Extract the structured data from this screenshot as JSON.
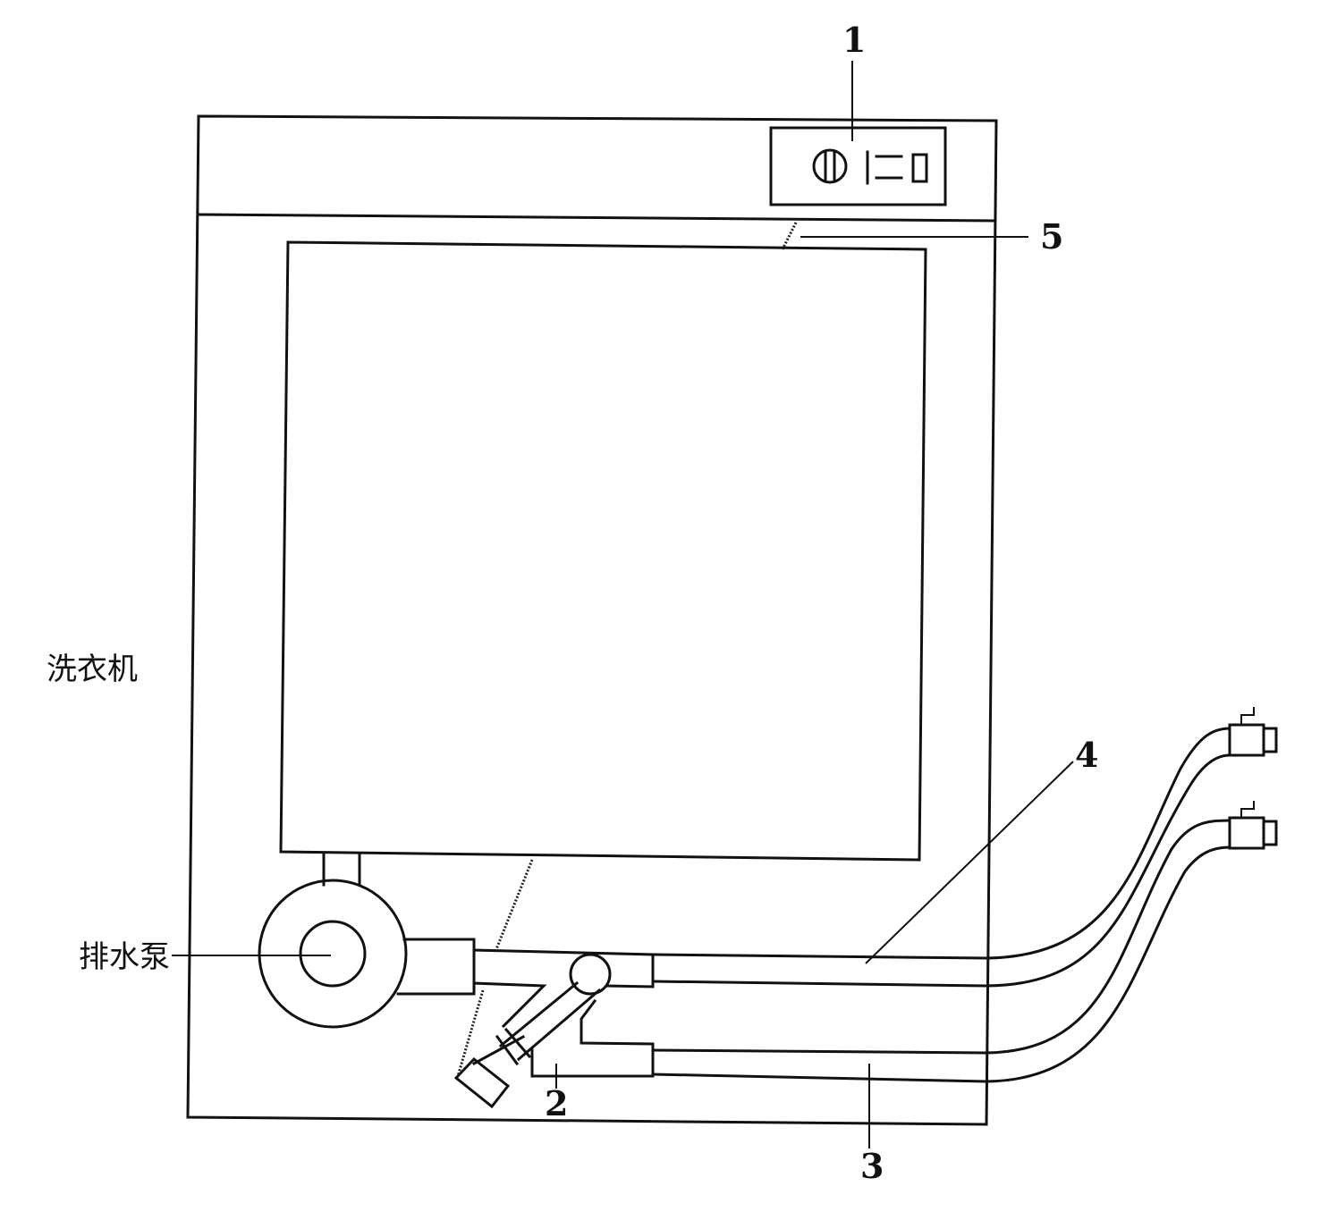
{
  "labels": {
    "washing_machine": "洗衣机",
    "drain_pump": "排水泵",
    "part_1": "1",
    "part_2": "2",
    "part_3": "3",
    "part_4": "4",
    "part_5": "5"
  },
  "colors": {
    "line": "#111111",
    "background": "#ffffff"
  }
}
